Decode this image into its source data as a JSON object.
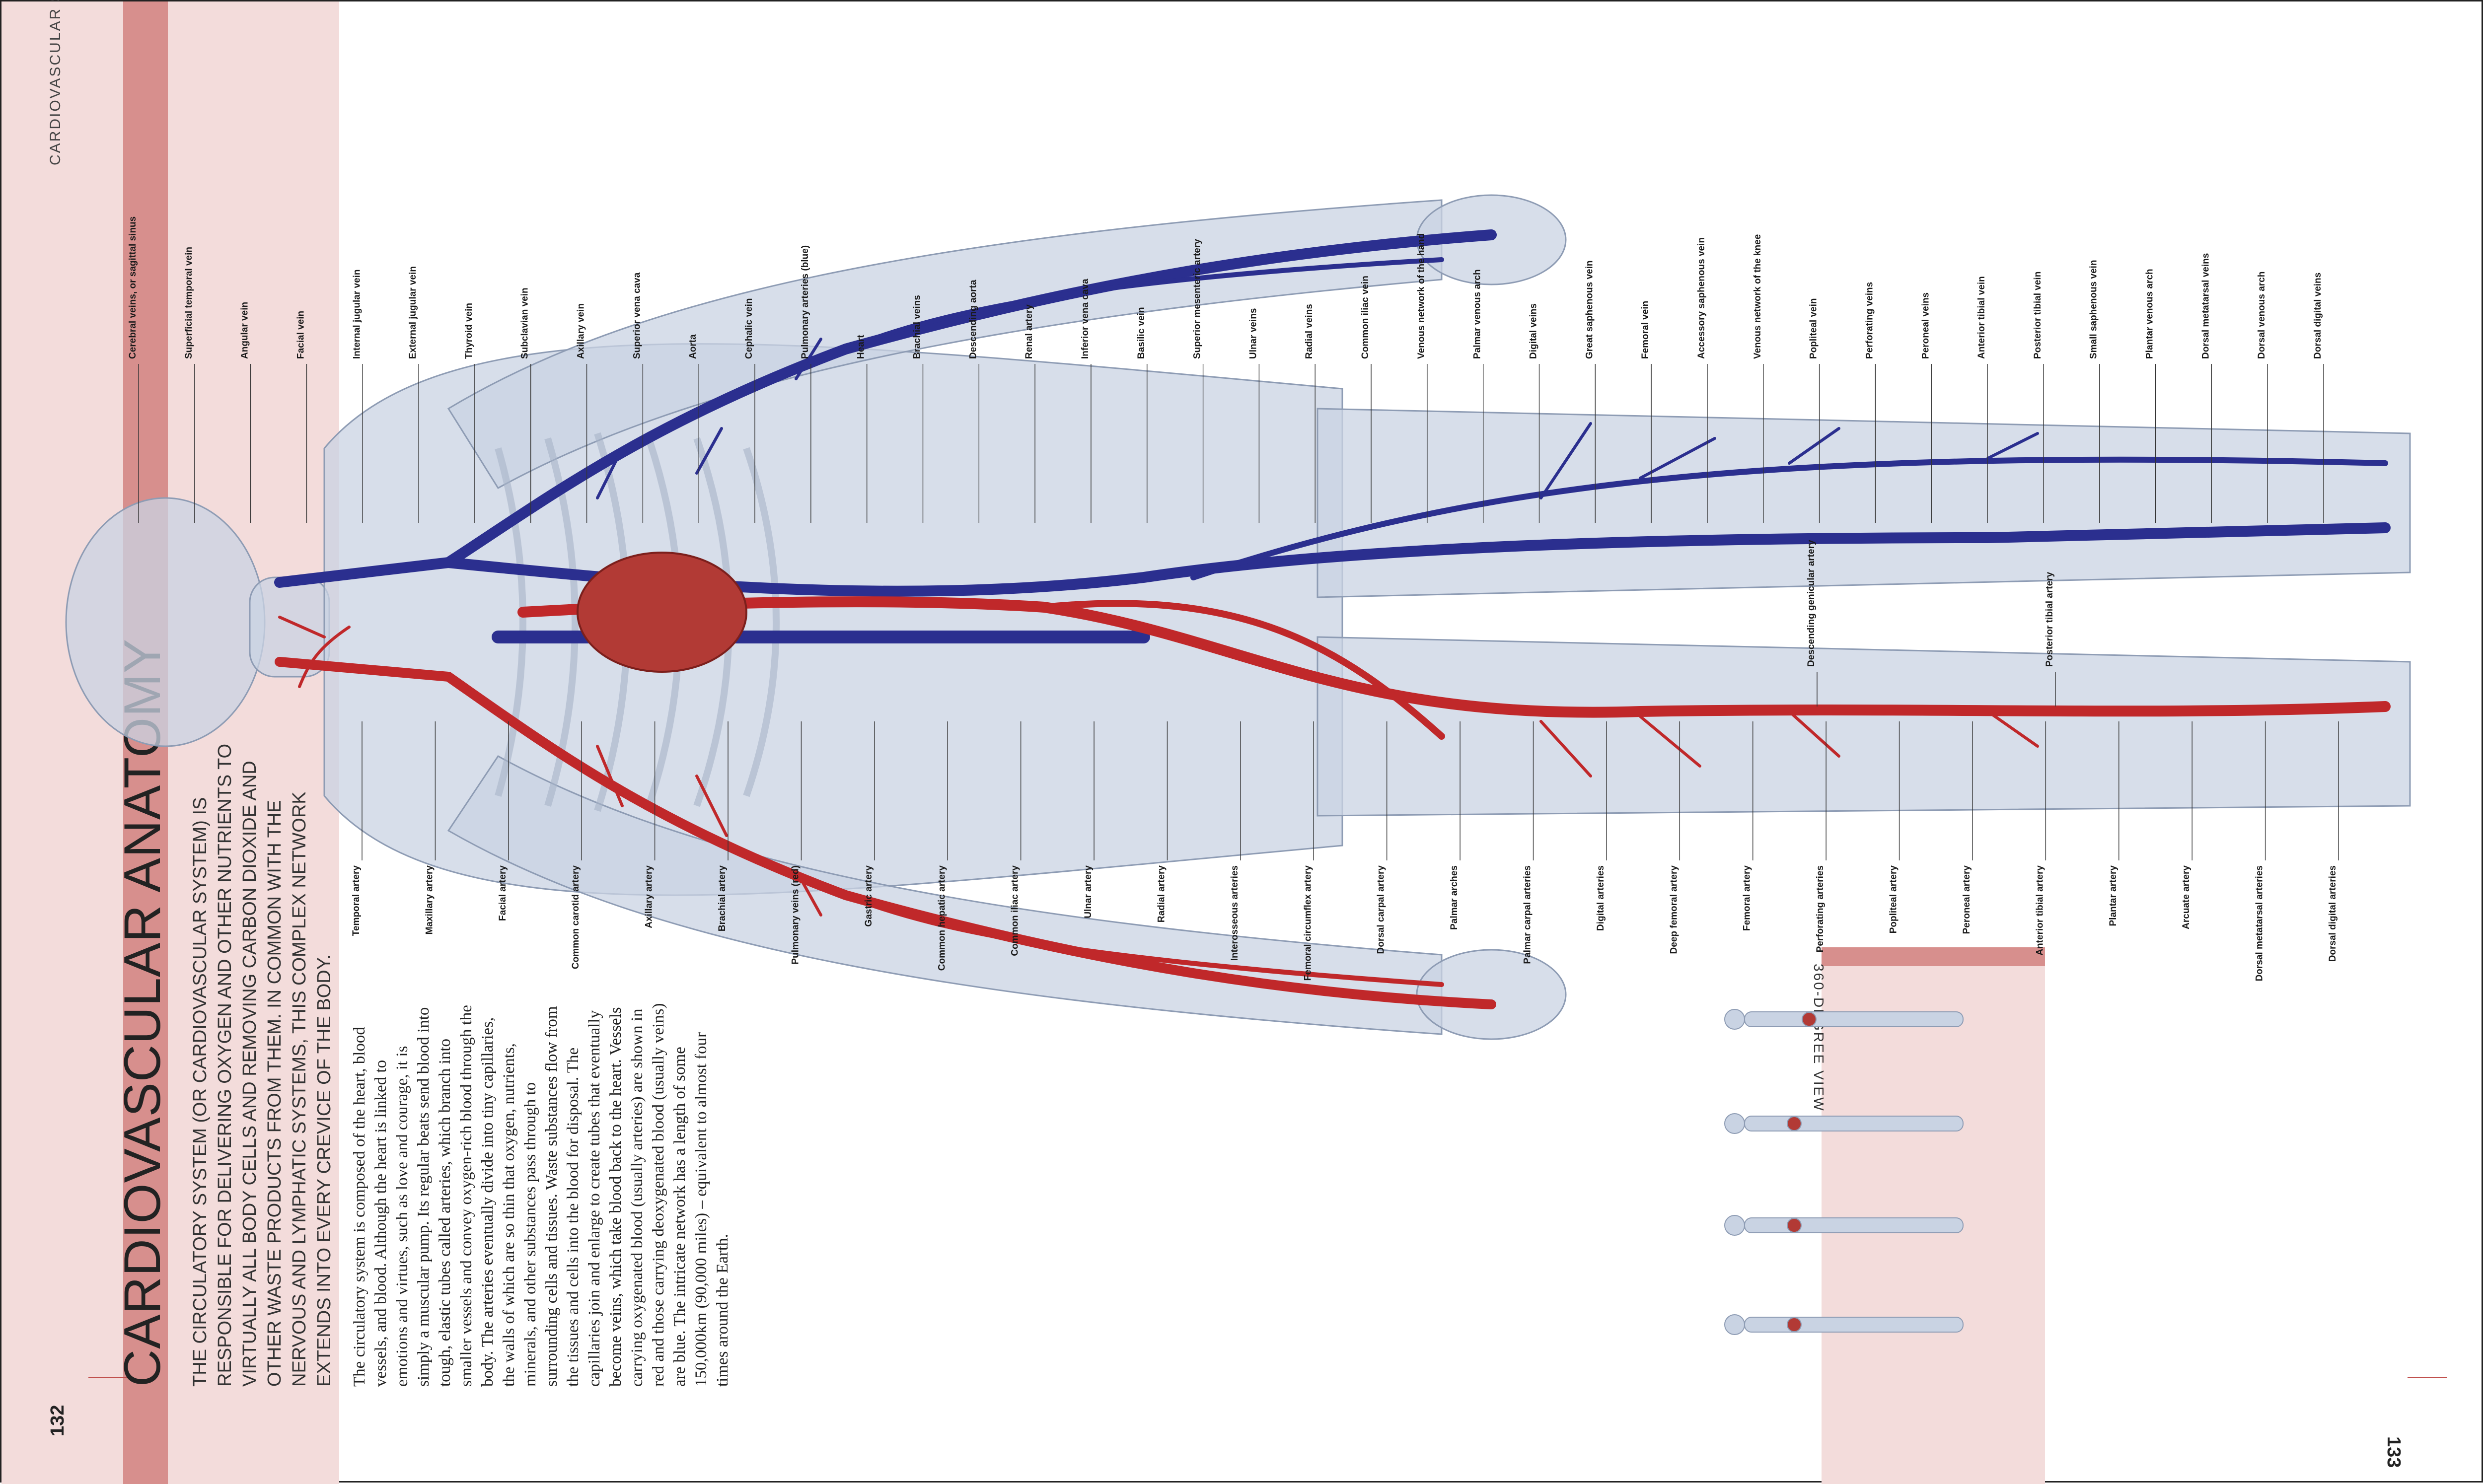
{
  "page": {
    "section_label": "CARDIOVASCULAR SYSTEM",
    "page_left": "132",
    "page_right": "133",
    "title": "CARDIOVASCULAR ANATOMY",
    "intro": "The circulatory system (or cardiovascular system) is responsible for delivering oxygen and other nutrients to virtually all body cells and removing carbon dioxide and other waste products from them. In common with the nervous and lymphatic systems, this complex network extends into every crevice of the body.",
    "body": "The circulatory system is composed of the heart, blood vessels, and blood. Although the heart is linked to emotions and virtues, such as love and courage, it is simply a muscular pump. Its regular beats send blood into tough, elastic tubes called arteries, which branch into smaller vessels and convey oxygen-rich blood through the body. The arteries eventually divide into tiny capillaries, the walls of which are so thin that oxygen, nutrients, minerals, and other substances pass through to surrounding cells and tissues. Waste substances flow from the tissues and cells into the blood for disposal. The capillaries join and enlarge to create tubes that eventually become veins, which take blood back to the heart. Vessels carrying oxygenated blood (usually arteries) are shown in red and those carrying deoxygenated blood (usually veins) are blue. The intricate network has a length of some 150,000km (90,000 miles) – equivalent to almost four times around the Earth.",
    "panel_title": "360-DEGREE VIEW"
  },
  "colors": {
    "band_light": "#f3dcdb",
    "band_dark": "#d78f8d",
    "artery": "#c0282a",
    "vein": "#2b2f8f",
    "body": "#c9d3e3"
  },
  "labels_top": [
    "Cerebral veins, or sagittal sinus",
    "Superficial temporal vein",
    "Angular vein",
    "Facial vein",
    "Internal jugular vein",
    "External jugular vein",
    "Thyroid vein",
    "Subclavian vein",
    "Axillary vein",
    "Superior vena cava",
    "Aorta",
    "Cephalic vein",
    "Pulmonary arteries (blue)",
    "Heart",
    "Brachial veins",
    "Descending aorta",
    "Renal artery",
    "Inferior vena cava",
    "Basilic vein",
    "Superior mesenteric artery",
    "Ulnar veins",
    "Radial veins",
    "Common iliac vein",
    "Venous network of the hand",
    "Palmar venous arch",
    "Digital veins",
    "Great saphenous vein",
    "Femoral vein",
    "Accessory saphenous vein",
    "Venous network of the knee",
    "Popliteal vein",
    "Perforating veins",
    "Peroneal veins",
    "Anterior tibial vein",
    "Posterior tibial vein",
    "Small saphenous vein",
    "Plantar venous arch",
    "Dorsal metatarsal veins",
    "Dorsal venous arch",
    "Dorsal digital veins"
  ],
  "labels_middle": [
    "Descending genicular artery",
    "Posterior tibial artery"
  ],
  "labels_bottom": [
    "Temporal artery",
    "Maxillary artery",
    "Facial artery",
    "Common carotid artery",
    "Axillary artery",
    "Brachial artery",
    "Pulmonary veins (red)",
    "Gastric artery",
    "Common hepatic artery",
    "Common iliac artery",
    "Ulnar artery",
    "Radial artery",
    "Interosseous arteries",
    "Femoral circumflex artery",
    "Dorsal carpal artery",
    "Palmar arches",
    "Palmar carpal arteries",
    "Digital arteries",
    "Deep femoral artery",
    "Femoral artery",
    "Perforating arteries",
    "Popliteal artery",
    "Peroneal artery",
    "Anterior tibial artery",
    "Plantar artery",
    "Arcuate artery",
    "Dorsal metatarsal arteries",
    "Dorsal digital arteries"
  ]
}
